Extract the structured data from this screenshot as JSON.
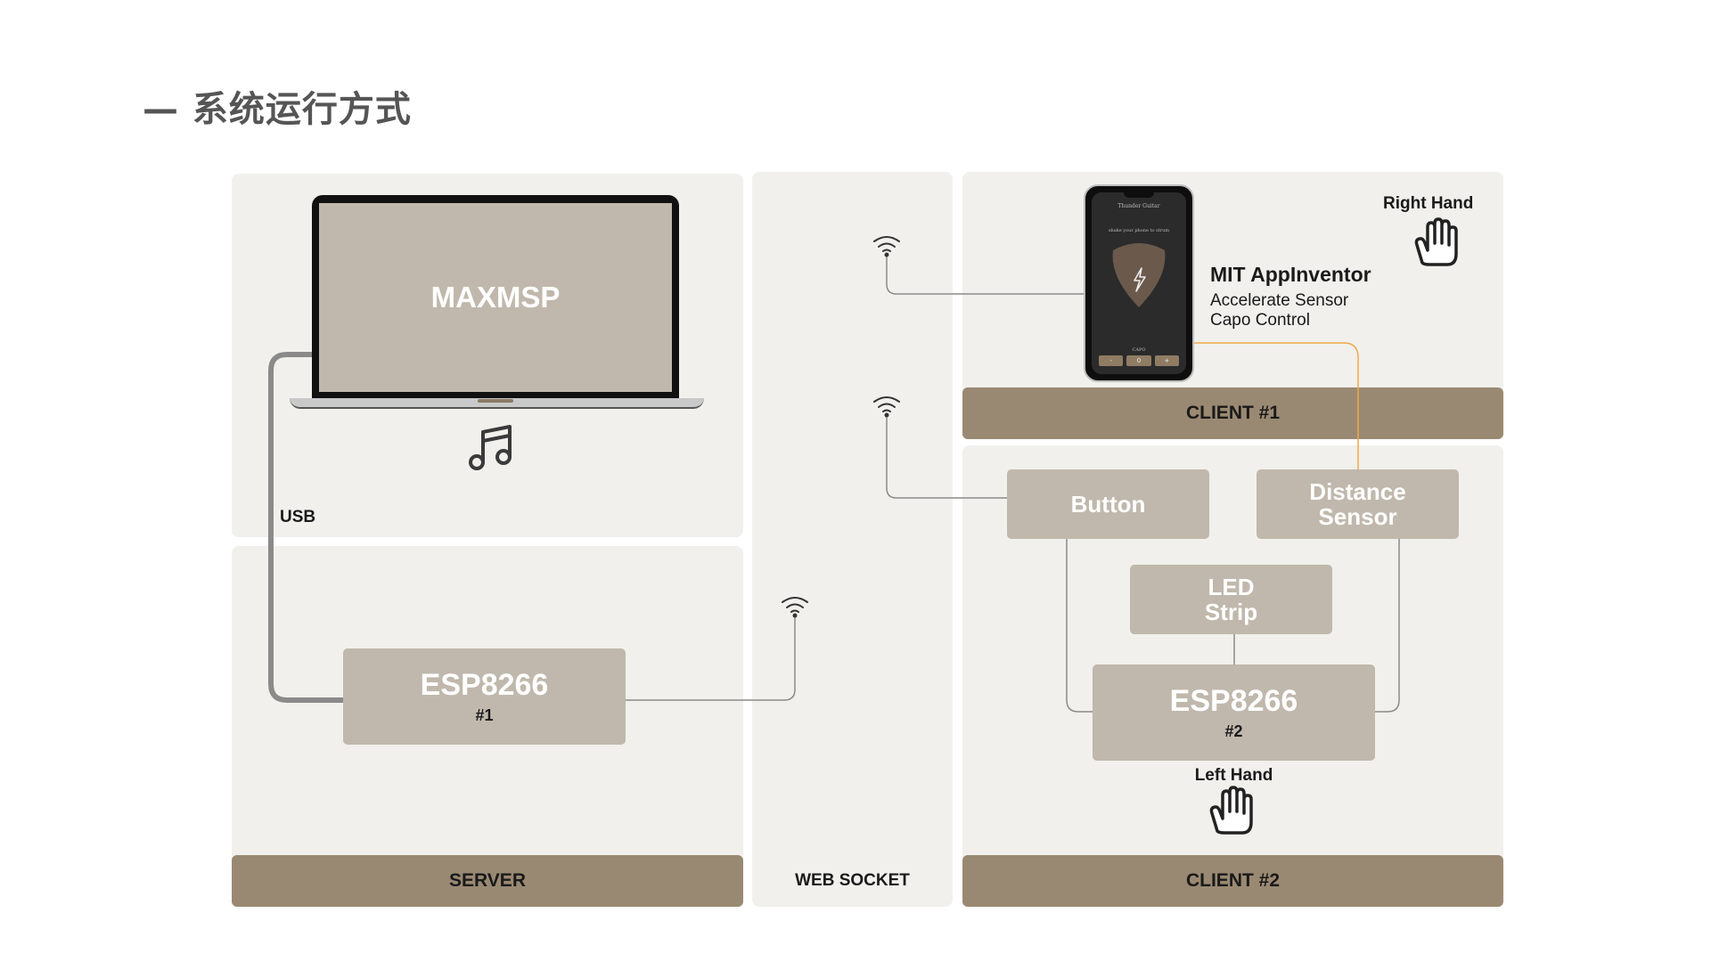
{
  "title": "— 系统运行方式",
  "colors": {
    "panel": "#f1f0ec",
    "band": "#9a8972",
    "box": "#c0b8ac",
    "wire_gray": "#8a8a8a",
    "wire_orange": "#f0a94a"
  },
  "server": {
    "band_label": "SERVER",
    "laptop_label": "MAXMSP",
    "music_icon": "music-note-icon",
    "usb_label": "USB",
    "esp_title": "ESP8266",
    "esp_sub": "#1"
  },
  "websocket": {
    "band_label": "WEB SOCKET",
    "wifi_icon": "wifi-icon"
  },
  "client1": {
    "band_label": "CLIENT #1",
    "hand_label": "Right Hand",
    "app_title": "MIT AppInventor",
    "app_line1": "Accelerate Sensor",
    "app_line2": "Capo Control",
    "phone_title": "Thunder Guitar",
    "phone_hint": "shake your phone to strum",
    "phone_capo": "CAPO",
    "phone_btn1": "-",
    "phone_btn2": "0",
    "phone_btn3": "+"
  },
  "client2": {
    "band_label": "CLIENT #2",
    "button_label": "Button",
    "distance_line1": "Distance",
    "distance_line2": "Sensor",
    "led_line1": "LED",
    "led_line2": "Strip",
    "esp_title": "ESP8266",
    "esp_sub": "#2",
    "hand_label": "Left Hand"
  }
}
